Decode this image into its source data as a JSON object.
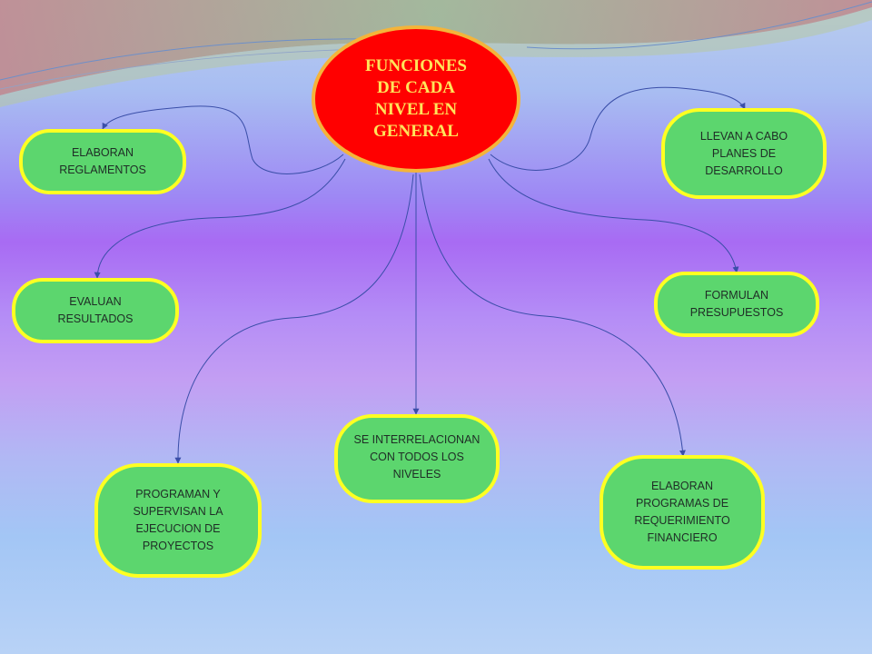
{
  "diagram": {
    "center": {
      "label": "FUNCIONES\nDE CADA\nNIVEL EN\nGENERAL",
      "fill": "#ff0000",
      "stroke": "#f4b43a"
    },
    "node_style": {
      "fill": "#5cd66e",
      "stroke": "#ffff22"
    },
    "connector_color": "#3a4ea8",
    "nodes": [
      {
        "id": "elaboran-reglamentos",
        "label": "ELABORAN\nREGLAMENTOS"
      },
      {
        "id": "llevan-a-cabo",
        "label": "LLEVAN A CABO\nPLANES DE\nDESARROLLO"
      },
      {
        "id": "evaluan-resultados",
        "label": "EVALUAN\nRESULTADOS"
      },
      {
        "id": "formulan-presupuestos",
        "label": "FORMULAN\nPRESUPUESTOS"
      },
      {
        "id": "se-interrelacionan",
        "label": "SE INTERRELACIONAN\nCON TODOS LOS\nNIVELES"
      },
      {
        "id": "programan-supervisan",
        "label": "PROGRAMAN Y\nSUPERVISAN LA\nEJECUCION DE\nPROYECTOS"
      },
      {
        "id": "elaboran-programas",
        "label": "ELABORAN\nPROGRAMAS DE\nREQUERIMIENTO\nFINANCIERO"
      }
    ]
  }
}
